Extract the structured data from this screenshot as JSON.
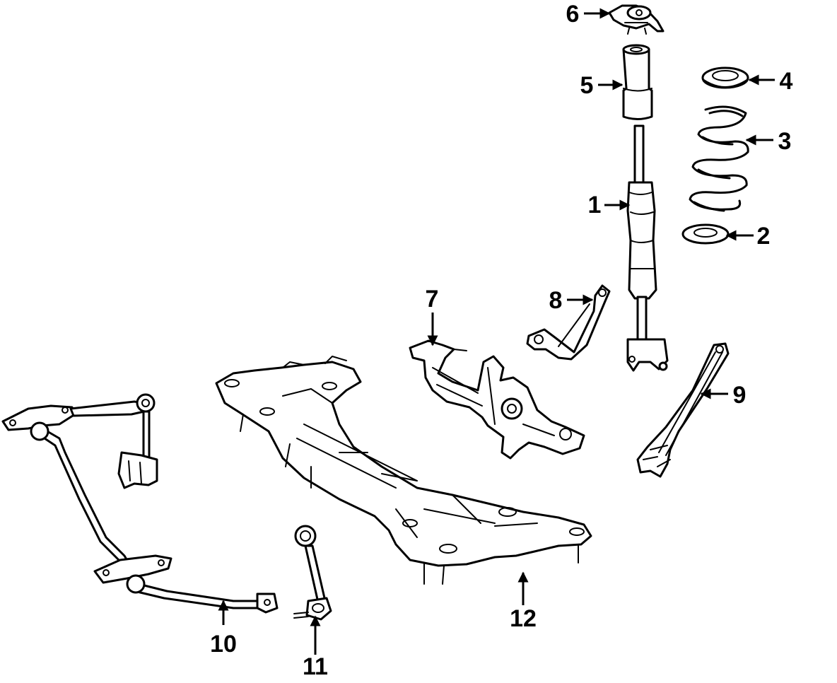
{
  "callouts": [
    {
      "id": "1",
      "part": "shock-absorber"
    },
    {
      "id": "2",
      "part": "lower-spring-seat"
    },
    {
      "id": "3",
      "part": "coil-spring"
    },
    {
      "id": "4",
      "part": "upper-spring-seat"
    },
    {
      "id": "5",
      "part": "bump-stop-boot"
    },
    {
      "id": "6",
      "part": "strut-mount"
    },
    {
      "id": "7",
      "part": "knuckle"
    },
    {
      "id": "8",
      "part": "upper-control-arm"
    },
    {
      "id": "9",
      "part": "trailing-arm"
    },
    {
      "id": "10",
      "part": "stabilizer-bar"
    },
    {
      "id": "11",
      "part": "stabilizer-link"
    },
    {
      "id": "12",
      "part": "crossmember"
    }
  ]
}
